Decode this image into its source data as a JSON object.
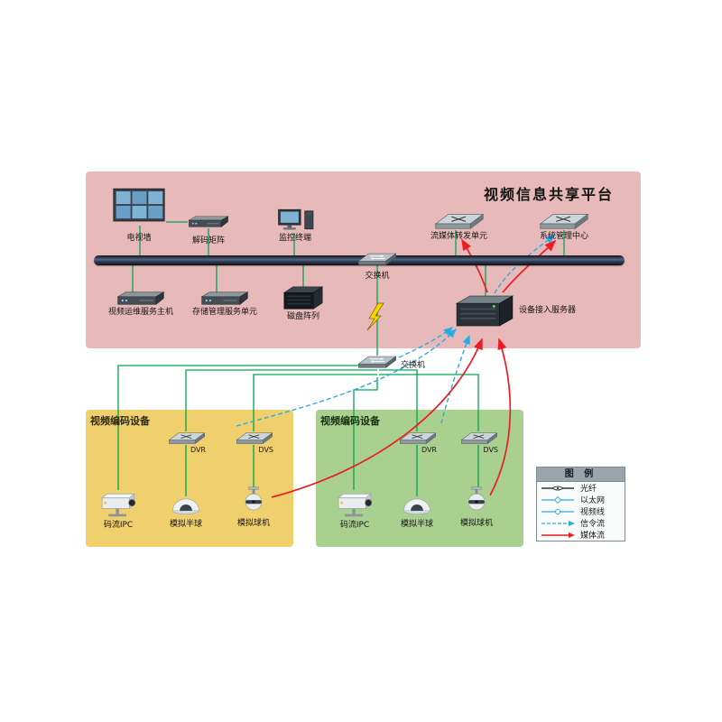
{
  "regions": {
    "platform": {
      "label": "视频信息共享平台",
      "bg": "#e7b9b9"
    },
    "encoders_left": {
      "label": "视频编码设备",
      "bg": "#f0cf6d"
    },
    "encoders_right": {
      "label": "视频编码设备",
      "bg": "#a9d08e"
    }
  },
  "nodes": {
    "tv_wall": "电视墙",
    "decoder_matrix": "解码矩阵",
    "monitor_terminal": "监控终端",
    "stream_forward_unit": "流媒体转发单元",
    "system_mgmt_center": "系统管理中心",
    "video_ops_host": "视频运维服务主机",
    "storage_mgmt_unit": "存储管理服务单元",
    "disk_array": "磁盘阵列",
    "switch_top": "交换机",
    "switch_bottom": "交换机",
    "device_access_server": "设备接入服务器",
    "dvr_left": "DVR",
    "dvs_left": "DVS",
    "ipc_left": "码流IPC",
    "dome_left": "模拟半球",
    "ball_left": "模拟球机",
    "dvr_right": "DVR",
    "dvs_right": "DVS",
    "ipc_right": "码流IPC",
    "dome_right": "模拟半球",
    "ball_right": "模拟球机"
  },
  "legend": {
    "title": "图 例",
    "items": [
      {
        "label": "光纤",
        "type": "fiber",
        "color": "#111111"
      },
      {
        "label": "以太网",
        "type": "ethernet",
        "color": "#29abe2"
      },
      {
        "label": "视频线",
        "type": "video",
        "color": "#29abe2"
      },
      {
        "label": "信令流",
        "type": "signal",
        "color": "#29abe2"
      },
      {
        "label": "媒体流",
        "type": "media",
        "color": "#ed1c24"
      }
    ]
  },
  "colors": {
    "ethernet_line": "#00a651",
    "signal_flow": "#29abe2",
    "media_flow": "#ed1c24",
    "bus": "#2a3550",
    "lightning": "#ffd400"
  }
}
